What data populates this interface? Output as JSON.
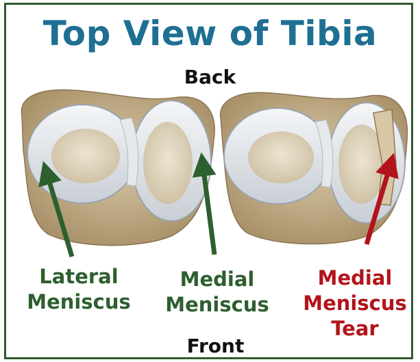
{
  "title": "Top View of Tibia",
  "orientation": {
    "back": "Back",
    "front": "Front"
  },
  "labels": {
    "lateral_meniscus": [
      "Lateral",
      "Meniscus"
    ],
    "medial_meniscus": [
      "Medial",
      "Meniscus"
    ],
    "medial_meniscus_tear": [
      "Medial",
      "Meniscus",
      "Tear"
    ]
  },
  "colors": {
    "title": "#1f6f93",
    "healthy_arrow": "#2e5f2f",
    "tear_arrow": "#b3141b",
    "border": "#2e5a2e"
  }
}
